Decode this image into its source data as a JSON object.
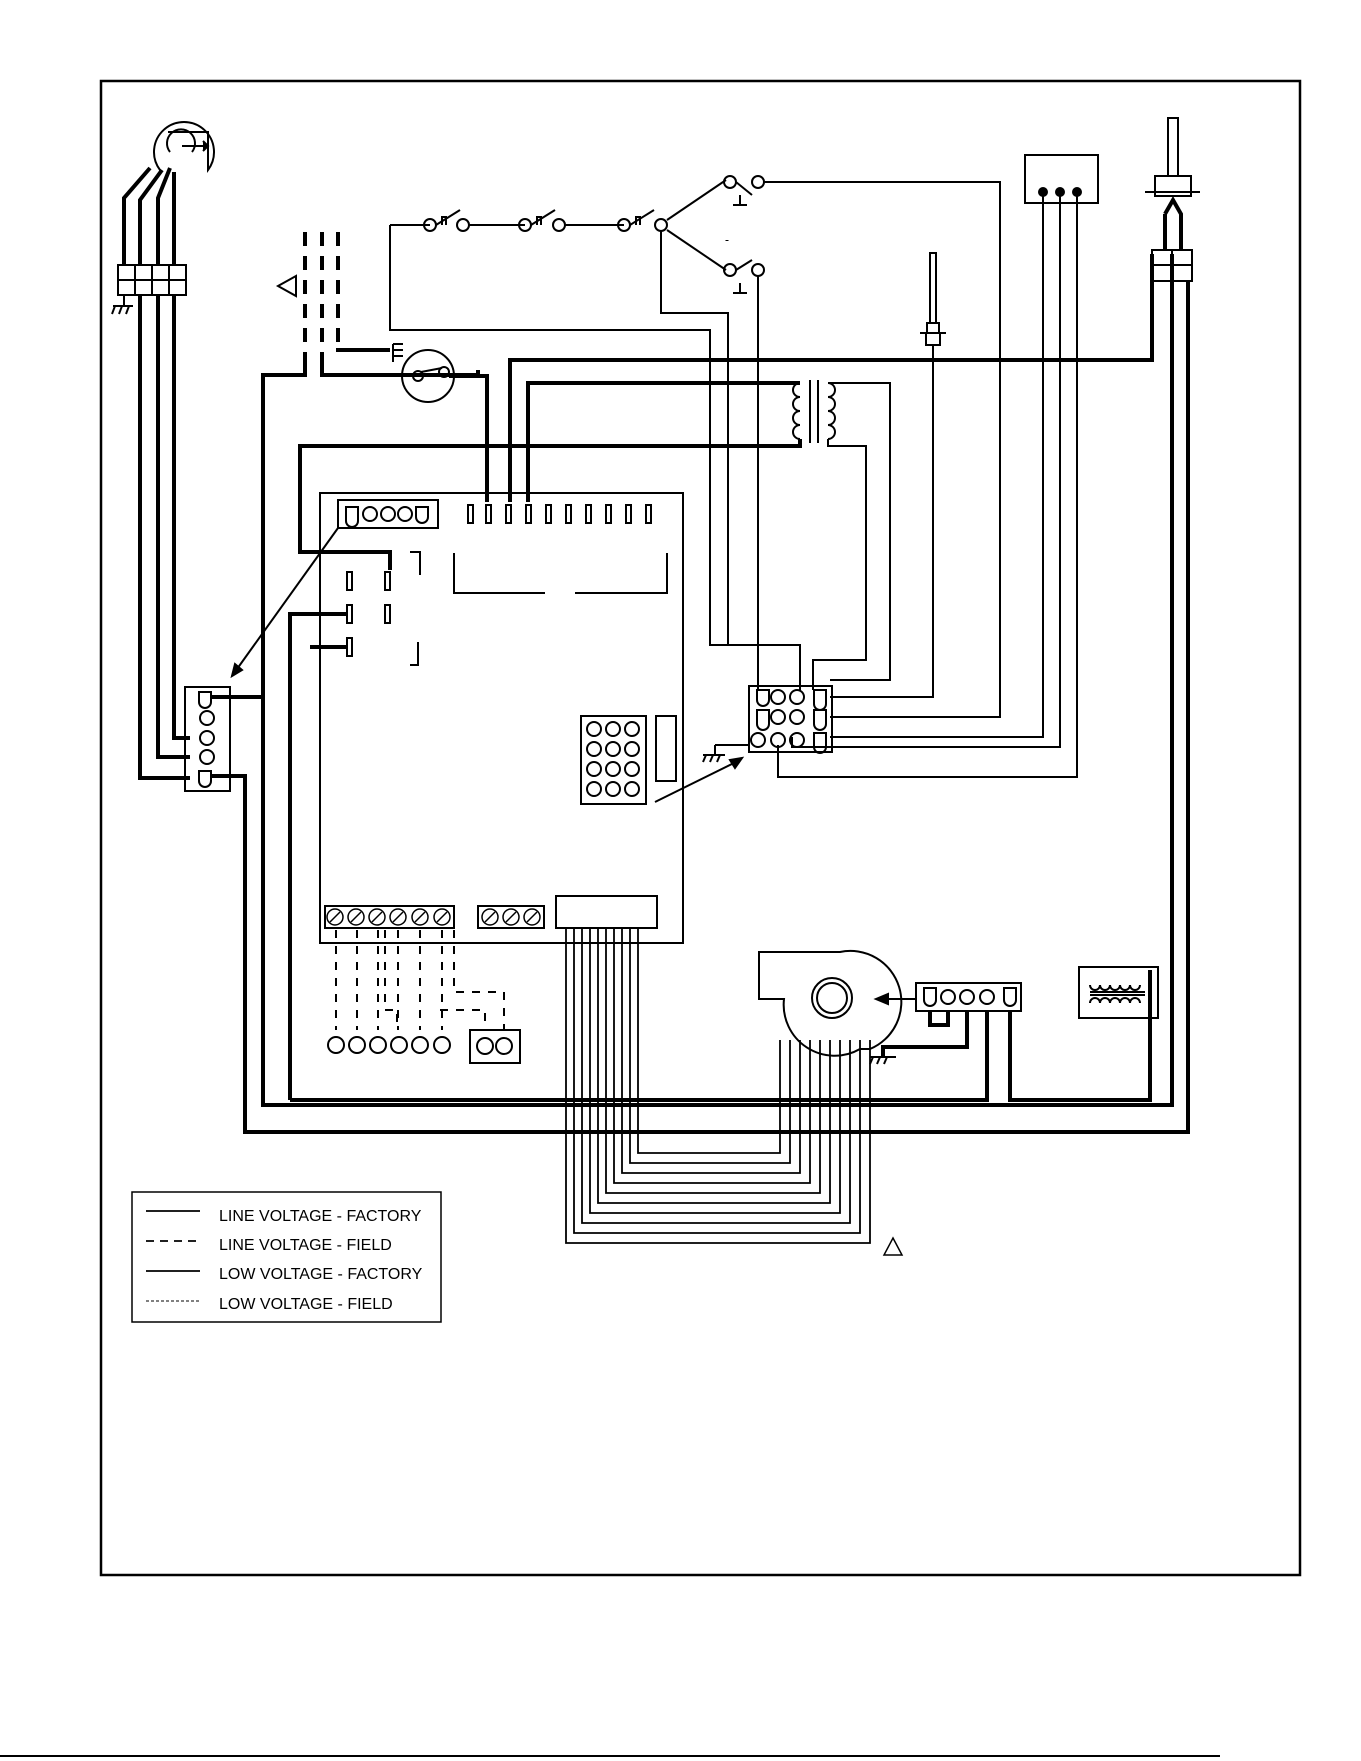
{
  "legend": {
    "items": [
      {
        "label": "LINE VOLTAGE - FACTORY",
        "style": "solid-thin"
      },
      {
        "label": "LINE VOLTAGE - FIELD",
        "style": "dashed"
      },
      {
        "label": "LOW VOLTAGE - FACTORY",
        "style": "solid-thin"
      },
      {
        "label": "LOW VOLTAGE - FIELD",
        "style": "dotted"
      }
    ]
  },
  "colors": {
    "ink": "#000000",
    "background": "#ffffff"
  }
}
